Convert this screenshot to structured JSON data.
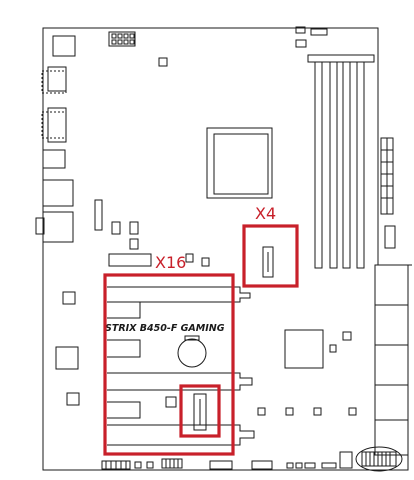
{
  "board": {
    "model_label": "STRIX B450-F GAMING"
  },
  "callouts": {
    "x16_label": "X16",
    "x4_label": "X4"
  },
  "colors": {
    "highlight": "#c8202a",
    "outline": "#1a1a1a"
  }
}
